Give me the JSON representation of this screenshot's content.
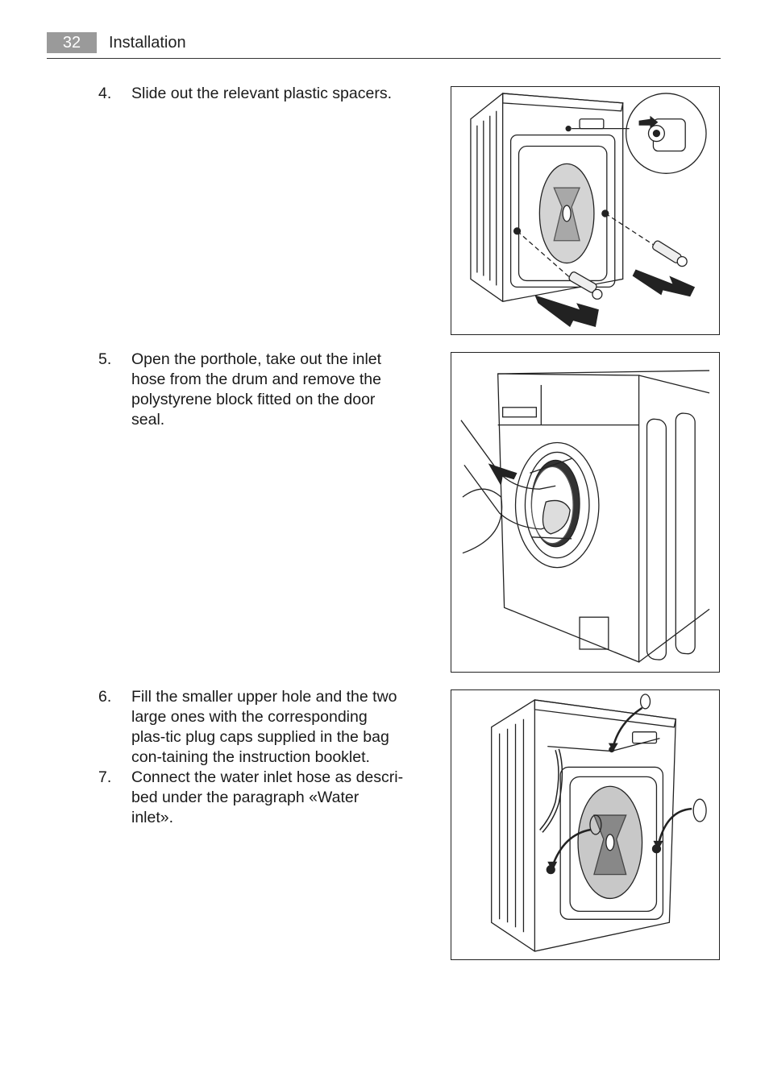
{
  "header": {
    "page_number": "32",
    "section_title": "Installation"
  },
  "steps": [
    {
      "number": "4.",
      "text": "Slide out the relevant plastic spacers."
    },
    {
      "number": "5.",
      "text": "Open the porthole, take out the inlet hose from the drum and remove the polystyrene block fitted on the door seal."
    },
    {
      "number": "6.",
      "text": "Fill the smaller upper hole and the two large ones with the corresponding plas-tic plug caps supplied in the bag con-taining the instruction booklet."
    },
    {
      "number": "7.",
      "text": "Connect the water inlet hose as descri-bed under the paragraph «Water inlet»."
    }
  ]
}
